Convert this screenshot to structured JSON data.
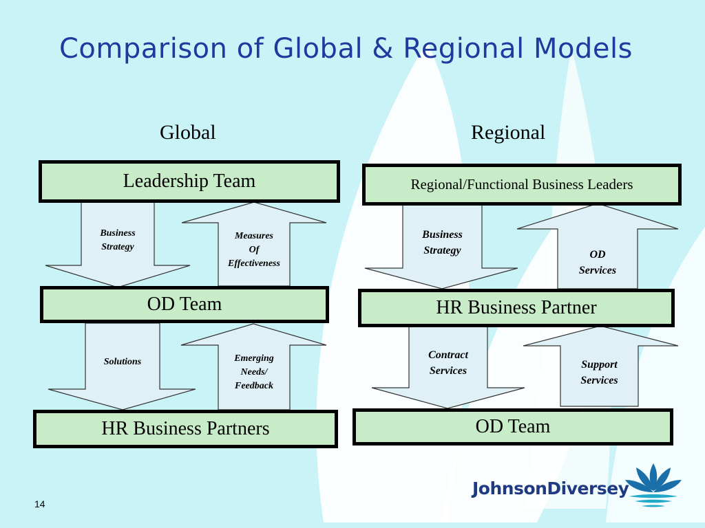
{
  "slide": {
    "title": "Comparison of Global & Regional Models",
    "page_number": "14"
  },
  "global": {
    "heading": "Global",
    "top_box": "Leadership Team",
    "middle_box": "OD Team",
    "bottom_box": "HR Business Partners",
    "arrow_down_1": [
      "Business",
      "Strategy"
    ],
    "arrow_up_1": [
      "Measures",
      "Of",
      "Effectiveness"
    ],
    "arrow_down_2": [
      "Solutions"
    ],
    "arrow_up_2": [
      "Emerging",
      "Needs/",
      "Feedback"
    ]
  },
  "regional": {
    "heading": "Regional",
    "top_box": "Regional/Functional Business Leaders",
    "middle_box": "HR Business Partner",
    "bottom_box": "OD Team",
    "arrow_down_1": [
      "Business",
      "Strategy"
    ],
    "arrow_up_1": [
      "OD",
      "Services"
    ],
    "arrow_down_2": [
      "Contract",
      "Services"
    ],
    "arrow_up_2": [
      "Support",
      "Services"
    ]
  },
  "brand": {
    "name": "JohnsonDiversey",
    "logo_icon": "lotus-logo-icon"
  },
  "colors": {
    "background": "#c9f3f6",
    "title": "#1f3a9e",
    "box_fill": "#c8ecc8",
    "arrow_fill": "#dff0f6"
  }
}
